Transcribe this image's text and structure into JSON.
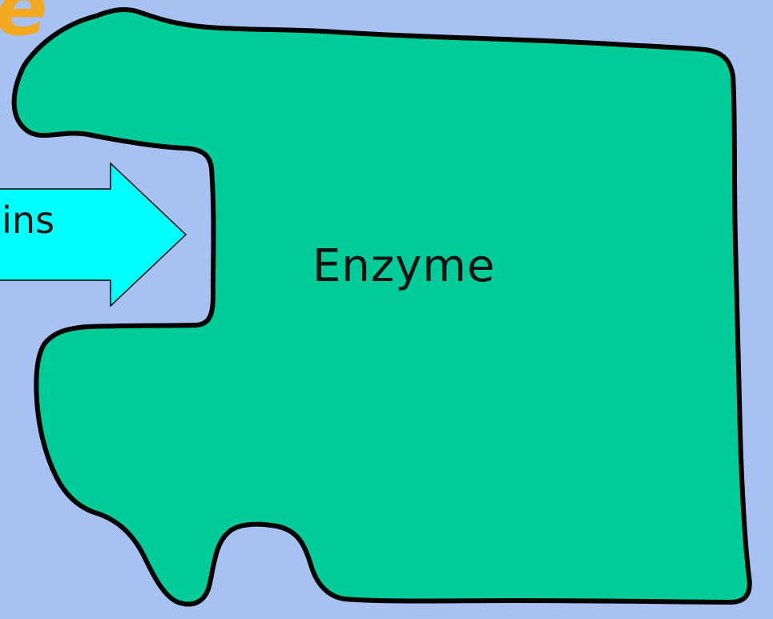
{
  "title_fragment": "e",
  "enzyme": {
    "label": "Enzyme",
    "fill_color": "#00cc99",
    "outline_color": "#000000"
  },
  "arrow": {
    "label": "oins",
    "fill_color": "#00ffff",
    "outline_color": "#000000"
  },
  "background_color": "#a6c1f2",
  "title_color": "#f2a91f"
}
